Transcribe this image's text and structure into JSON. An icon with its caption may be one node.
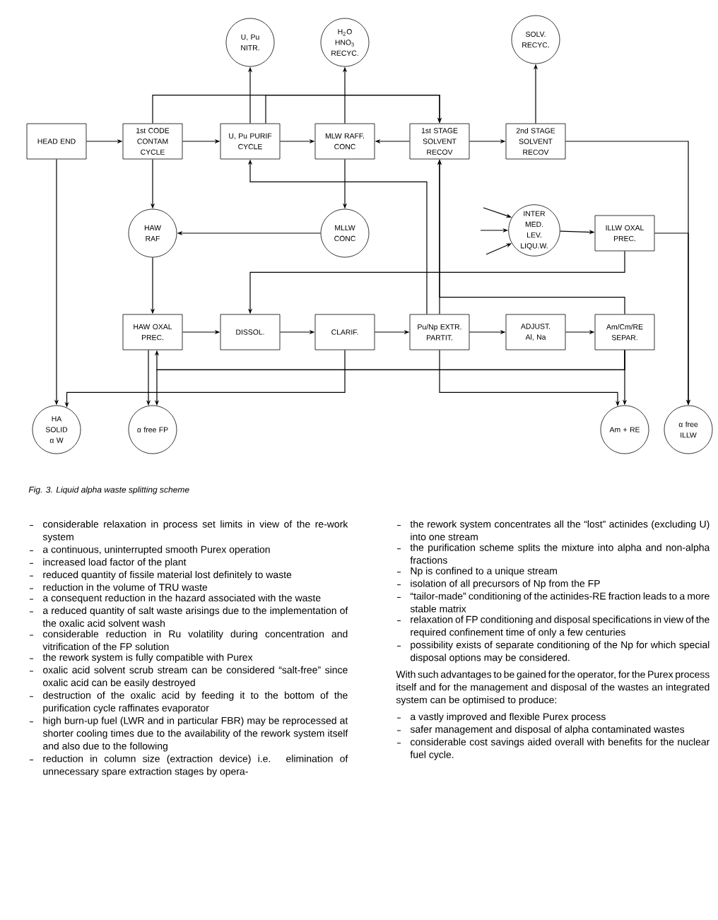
{
  "diagram": {
    "caption": "Fig. 3. Liquid alpha waste splitting scheme",
    "nodes": [
      {
        "text": [
          "HEAD END"
        ]
      },
      {
        "text": [
          "1st CODE CONTAM CYCLE"
        ]
      },
      {
        "text": [
          "U, Pu PURIF CYCLE"
        ]
      },
      {
        "text": [
          "MLW RAFF. CONC"
        ]
      },
      {
        "text": [
          "1st STAGE SOLVENT RECOV"
        ]
      },
      {
        "text": [
          "2nd STAGE SOLVENT RECOV"
        ]
      },
      {
        "text": [
          "U, Pu NITR."
        ]
      },
      {
        "text": [
          "H$_{2}$O HNO$_{3}$ RECYC."
        ]
      },
      {
        "text": [
          "SOLV. RECYC."
        ]
      },
      {
        "text": [
          "HAW RAF"
        ]
      },
      {
        "text": [
          "MLLW CONC"
        ]
      },
      {
        "text": [
          "INTER MED. LEV. LIQU.W."
        ]
      },
      {
        "text": [
          "ILLW OXAL PREC."
        ]
      },
      {
        "text": [
          "HAW OXAL PREC."
        ]
      },
      {
        "text": [
          "DISSOL."
        ]
      },
      {
        "text": [
          "CLARIF."
        ]
      },
      {
        "text": [
          "Pu/Np EXTR. PARTIT."
        ]
      },
      {
        "text": [
          "ADJUST. Al, Na"
        ]
      },
      {
        "text": [
          "Am/Cm/RE SEPAR."
        ]
      },
      {
        "text": [
          "HA SOLID α W"
        ]
      },
      {
        "text": [
          "α free FP"
        ]
      },
      {
        "text": [
          "Am + RE"
        ]
      },
      {
        "text": [
          "α free ILLW"
        ]
      }
    ],
    "edges": [
      {
        "from": 0,
        "to": 1,
        "arrow": "to"
      },
      {
        "from": 1,
        "to": 2,
        "arrow": "to"
      },
      {
        "from": 2,
        "to": 3,
        "arrow": "to"
      },
      {
        "from": 4,
        "to": 3,
        "arrow": "to"
      },
      {
        "from": 4,
        "to": 5,
        "arrow": "to"
      },
      {
        "from": 2,
        "to": 6,
        "arrow": "to"
      },
      {
        "from": 3,
        "to": 7,
        "arrow": "to"
      },
      {
        "from": 5,
        "to": 8,
        "arrow": "to"
      },
      {
        "from": 1,
        "to": 9,
        "arrow": "to"
      },
      {
        "from": 3,
        "to": 10,
        "arrow": "to"
      },
      {
        "from": 10,
        "to": 9,
        "arrow": "to"
      },
      {
        "from": 1,
        "to": 4,
        "arrow": "to"
      },
      {
        "from": 2,
        "to": 4,
        "arrow": "to"
      },
      {
        "from": 5,
        "to": 22,
        "arrow": "to"
      },
      {
        "from": 12,
        "to": 22,
        "arrow": "to"
      },
      {
        "from": 11,
        "to": 12,
        "arrow": "to"
      },
      {
        "from": null,
        "to": 11,
        "arrow": "to"
      },
      {
        "from": null,
        "to": 11,
        "arrow": "to"
      },
      {
        "from": null,
        "to": 11,
        "arrow": "to"
      },
      {
        "from": 12,
        "to": 14,
        "arrow": "to"
      },
      {
        "from": 9,
        "to": 13,
        "arrow": "to"
      },
      {
        "from": 13,
        "to": 14,
        "arrow": "to"
      },
      {
        "from": 14,
        "to": 15,
        "arrow": "to"
      },
      {
        "from": 15,
        "to": 16,
        "arrow": "to"
      },
      {
        "from": 16,
        "to": 17,
        "arrow": "to"
      },
      {
        "from": 17,
        "to": 18,
        "arrow": "to"
      },
      {
        "from": 16,
        "to": 2,
        "arrow": "to"
      },
      {
        "from": 16,
        "to": 4,
        "arrow": "to"
      },
      {
        "from": 18,
        "to": 4,
        "arrow": "to"
      },
      {
        "from": 0,
        "to": 19,
        "arrow": "to"
      },
      {
        "from": 15,
        "to": 19,
        "arrow": "to"
      },
      {
        "from": 13,
        "to": 20,
        "arrow": "to"
      },
      {
        "from": 18,
        "to": 13,
        "arrow": "to"
      },
      {
        "from": 18,
        "to": 20,
        "arrow": "to"
      },
      {
        "from": 18,
        "to": 21,
        "arrow": "to"
      },
      {
        "from": 16,
        "to": 21,
        "arrow": "to"
      }
    ],
    "labels": [
      "considerable relaxation in process set limits in view of the re-work system",
      "a continuous, uninterrupted smooth Purex operation",
      "increased load factor of the plant",
      "reduced quantity of fissile material lost definitely to waste",
      "reduction in the volume of TRU waste",
      "a consequent reduction in the hazard associated with the waste",
      "a reduced quantity of salt waste arisings due to the implementation of the oxalic acid solvent wash",
      "considerable reduction in Ru volatility during concentration and vitrification of the FP solution",
      "the rework system is fully compatible with Purex",
      "oxalic acid solvent scrub stream can be considered “salt-free” since oxalic acid can be easily destroyed",
      "destruction of the oxalic acid by feeding it to the bottom of the purification cycle raffinates evaporator",
      "high burn-up fuel (LWR and in particular FBR) may be reprocessed at shorter cooling times due to the availability of the rework system itself and also due to the following",
      "reduction in column size (extraction device) i.e. elimination of unnecessary spare extraction stages by opera-",
      "the rework system concentrates all the “lost” actinides (excluding U) into one stream",
      "the purification scheme splits the mixture into alpha and non-alpha fractions",
      "Np is confined to a unique stream",
      "isolation of all precursors of Np from the FP",
      "“tailor-made” conditioning of the actinides-RE fraction leads to a more stable matrix",
      "relaxation of FP conditioning and disposal specifications in view of the required confinement time of only a few centuries",
      "possibility exists of separate conditioning of the Np for which special disposal options may be considered.",
      "With such advantages to be gained for the operator, for the Purex process itself and for the management and disposal of the wastes an integrated system can be optimised to produce:",
      "a vastly improved and flexible Purex process",
      "safer management and disposal of alpha contaminated wastes",
      "considerable cost savings aided overall with benefits for the nuclear fuel cycle."
    ]
  }
}
